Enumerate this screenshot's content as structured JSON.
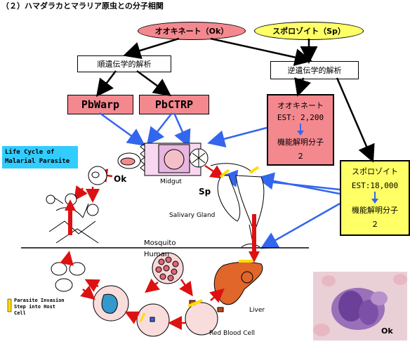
{
  "title": "（２）ハマダラカとマラリア原虫との分子相関",
  "ookinete_oval": "オオキネート（Ok）",
  "sporozoite_oval": "スポロゾイト（Sp）",
  "forward_genetics": "順遺伝学的解析",
  "reverse_genetics": "逆遺伝学的解析",
  "pbwarp": "PbWarp",
  "pbctrp": "PbCTRP",
  "ook_box": {
    "title": "オオキネート",
    "est": "EST:  2,200",
    "func": "機能解明分子",
    "num": "２"
  },
  "spz_box": {
    "title": "スポロゾイト",
    "est": "EST:18,000",
    "func": "機能解明分子",
    "num": "２"
  },
  "life_cycle": "Life Cycle of Malarial Parasite",
  "labels": {
    "ok": "Ok",
    "midgut": "Midgut",
    "sp": "Sp",
    "salivary": "Salivary Gland",
    "mosquito": "Mosquito",
    "human": "Human",
    "liver": "Liver",
    "rbc": "Red Blood Cell",
    "photo_ok": "Ok"
  },
  "legend_text": "Parasite Invasion Step into Host Cell",
  "colors": {
    "pink": "#f4888f",
    "yellow": "#ffff66",
    "blue_arrow": "#3366ee",
    "red_arrow": "#dd1111",
    "cyan": "#33ccff",
    "liver": "#e0662a"
  }
}
